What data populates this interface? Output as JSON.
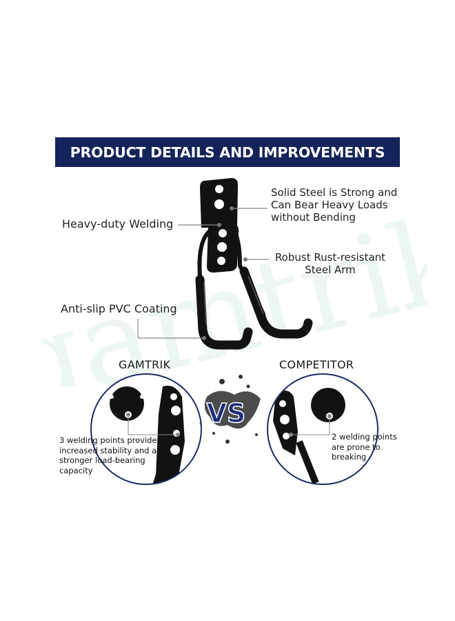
{
  "banner": {
    "title": "PRODUCT DETAILS AND IMPROVEMENTS"
  },
  "watermark": {
    "text": "gamtrik"
  },
  "callouts": {
    "solid_steel": [
      "Solid Steel is Strong and",
      "Can Bear Heavy Loads",
      "without Bending"
    ],
    "welding": "Heavy-duty Welding",
    "rust": [
      "Robust Rust-resistant",
      "Steel Arm"
    ],
    "coating": "Anti-slip PVC Coating"
  },
  "comparison": {
    "left_brand": "GAMTRIK",
    "right_brand": "COMPETITOR",
    "vs": "VS",
    "left_note": [
      "3 welding points provide",
      "increased stability and a",
      "stronger load-bearing",
      "capacity"
    ],
    "right_note": [
      "2 welding points",
      "are prone to",
      "breaking"
    ]
  },
  "colors": {
    "banner": "#14245a",
    "vs": "#1f2f7a",
    "circle_border": "#1b2a66",
    "hook": "#121212",
    "watermark": "#eef6f4"
  }
}
